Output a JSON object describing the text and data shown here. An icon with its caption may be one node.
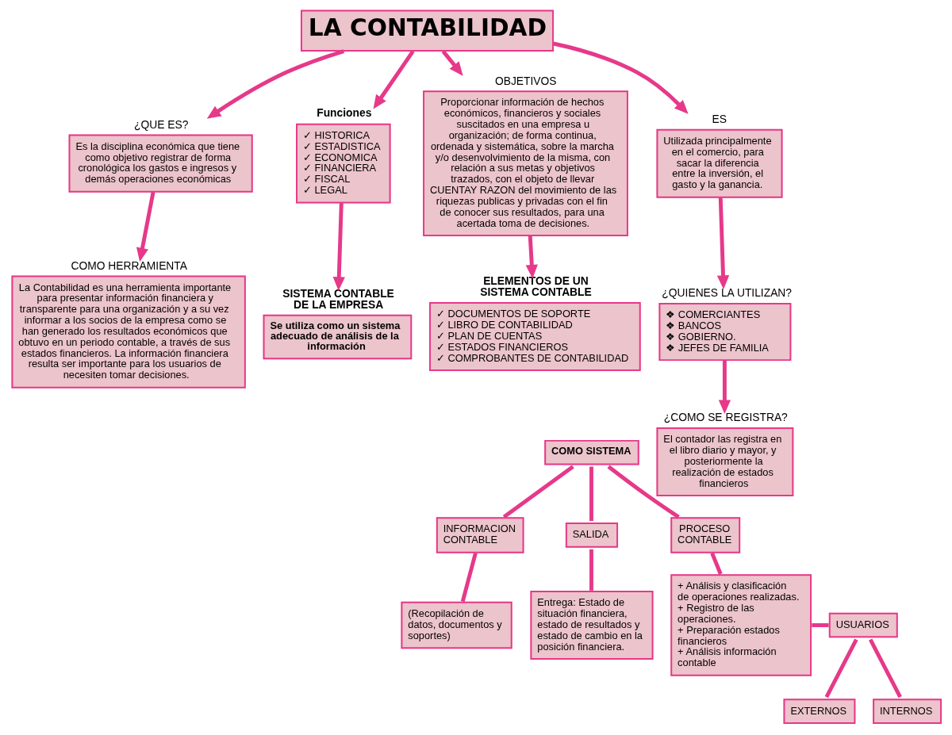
{
  "diagram": {
    "nodes": [
      {
        "text": [
          "LA CONTABILIDAD"
        ]
      },
      {
        "text": [
          "¿QUE ES?",
          "Es la disciplina económica que tiene como objetivo registrar de forma cronológica los gastos e ingresos y demás operaciones económicas"
        ]
      },
      {
        "text": [
          "Funciones",
          "✓ HISTORICA",
          "✓ ESTADISTICA",
          "✓ ECONOMICA",
          "✓ FINANCIERA",
          "✓ FISCAL",
          "✓ LEGAL"
        ]
      },
      {
        "text": [
          "OBJETIVOS",
          "Proporcionar información de hechos económicos, financieros y sociales suscitados en una empresa u organización; de forma continua, ordenada y sistemática, sobre la marcha y/o desenvolvimiento de la misma, con relación a sus metas y objetivos trazados, con el objeto de llevar CUENTAY RAZON del movimiento de las riquezas publicas y privadas con el fin de conocer sus resultados, para una acertada toma de decisiones."
        ]
      },
      {
        "text": [
          "ES",
          "Utilizada principalmente en el comercio, para sacar la diferencia entre la inversión, el gasto y la ganancia."
        ]
      },
      {
        "text": [
          "COMO HERRAMIENTA",
          "La Contabilidad es una herramienta importante para presentar información financiera y transparente para una organización y a su vez informar a los socios de la empresa como se han generado los resultados económicos que obtuvo en un periodo contable, a través de sus estados financieros. La información financiera resulta ser importante para los usuarios de necesiten tomar decisiones."
        ]
      },
      {
        "text": [
          "SISTEMA CONTABLE DE LA EMPRESA",
          "Se utiliza como un sistema adecuado de análisis de la información"
        ]
      },
      {
        "text": [
          "¿QUIENES LA UTILIZAN?",
          "❖ COMERCIANTES",
          "❖ BANCOS",
          "❖ GOBIERNO.",
          "❖ JEFES DE FAMILIA"
        ]
      },
      {
        "text": [
          "¿COMO SE REGISTRA?",
          "El contador las registra en el libro diario y mayor, y posteriormente la realización de estados financieros"
        ]
      },
      {
        "text": [
          "ELEMENTOS DE UN SISTEMA CONTABLE",
          "✓ DOCUMENTOS DE SOPORTE",
          "✓ LIBRO DE CONTABILIDAD",
          "✓ PLAN DE CUENTAS",
          "✓ ESTADOS FINANCIEROS",
          "✓ COMPROBANTES DE CONTABILIDAD"
        ]
      },
      {
        "text": [
          "COMO SISTEMA"
        ]
      },
      {
        "text": [
          "INFORMACION CONTABLE"
        ]
      },
      {
        "text": [
          "SALIDA"
        ]
      },
      {
        "text": [
          "PROCESO CONTABLE"
        ]
      },
      {
        "text": [
          "(Recopilación de datos, documentos y soportes)"
        ]
      },
      {
        "text": [
          "Entrega: Estado de situación financiera, estado de resultados y estado de cambio en la posición financiera."
        ]
      },
      {
        "text": [
          "+ Análisis y clasificación de operaciones realizadas.",
          "+ Registro de las operaciones.",
          "+ Preparación estados financieros",
          "+ Análisis información contable"
        ]
      },
      {
        "text": [
          "USUARIOS"
        ]
      },
      {
        "text": [
          "EXTERNOS"
        ]
      },
      {
        "text": [
          "INTERNOS"
        ]
      }
    ],
    "edges": [
      {
        "from": 0,
        "to": 1,
        "arrow": "to"
      },
      {
        "from": 0,
        "to": 2,
        "arrow": "to"
      },
      {
        "from": 0,
        "to": 3,
        "arrow": "to"
      },
      {
        "from": 0,
        "to": 4,
        "arrow": "to"
      },
      {
        "from": 1,
        "to": 5,
        "arrow": "to"
      },
      {
        "from": 2,
        "to": 6,
        "arrow": "to"
      },
      {
        "from": 3,
        "to": 9,
        "arrow": "to"
      },
      {
        "from": 4,
        "to": 7,
        "arrow": "to"
      },
      {
        "from": 7,
        "to": 8,
        "arrow": "to"
      },
      {
        "from": 10,
        "to": 11,
        "arrow": "none"
      },
      {
        "from": 10,
        "to": 12,
        "arrow": "none"
      },
      {
        "from": 10,
        "to": 13,
        "arrow": "none"
      },
      {
        "from": 11,
        "to": 14,
        "arrow": "none"
      },
      {
        "from": 12,
        "to": 15,
        "arrow": "none"
      },
      {
        "from": 13,
        "to": 16,
        "arrow": "none"
      },
      {
        "from": 16,
        "to": 17,
        "arrow": "none"
      },
      {
        "from": 17,
        "to": 18,
        "arrow": "none"
      },
      {
        "from": 17,
        "to": 19,
        "arrow": "none"
      }
    ]
  }
}
